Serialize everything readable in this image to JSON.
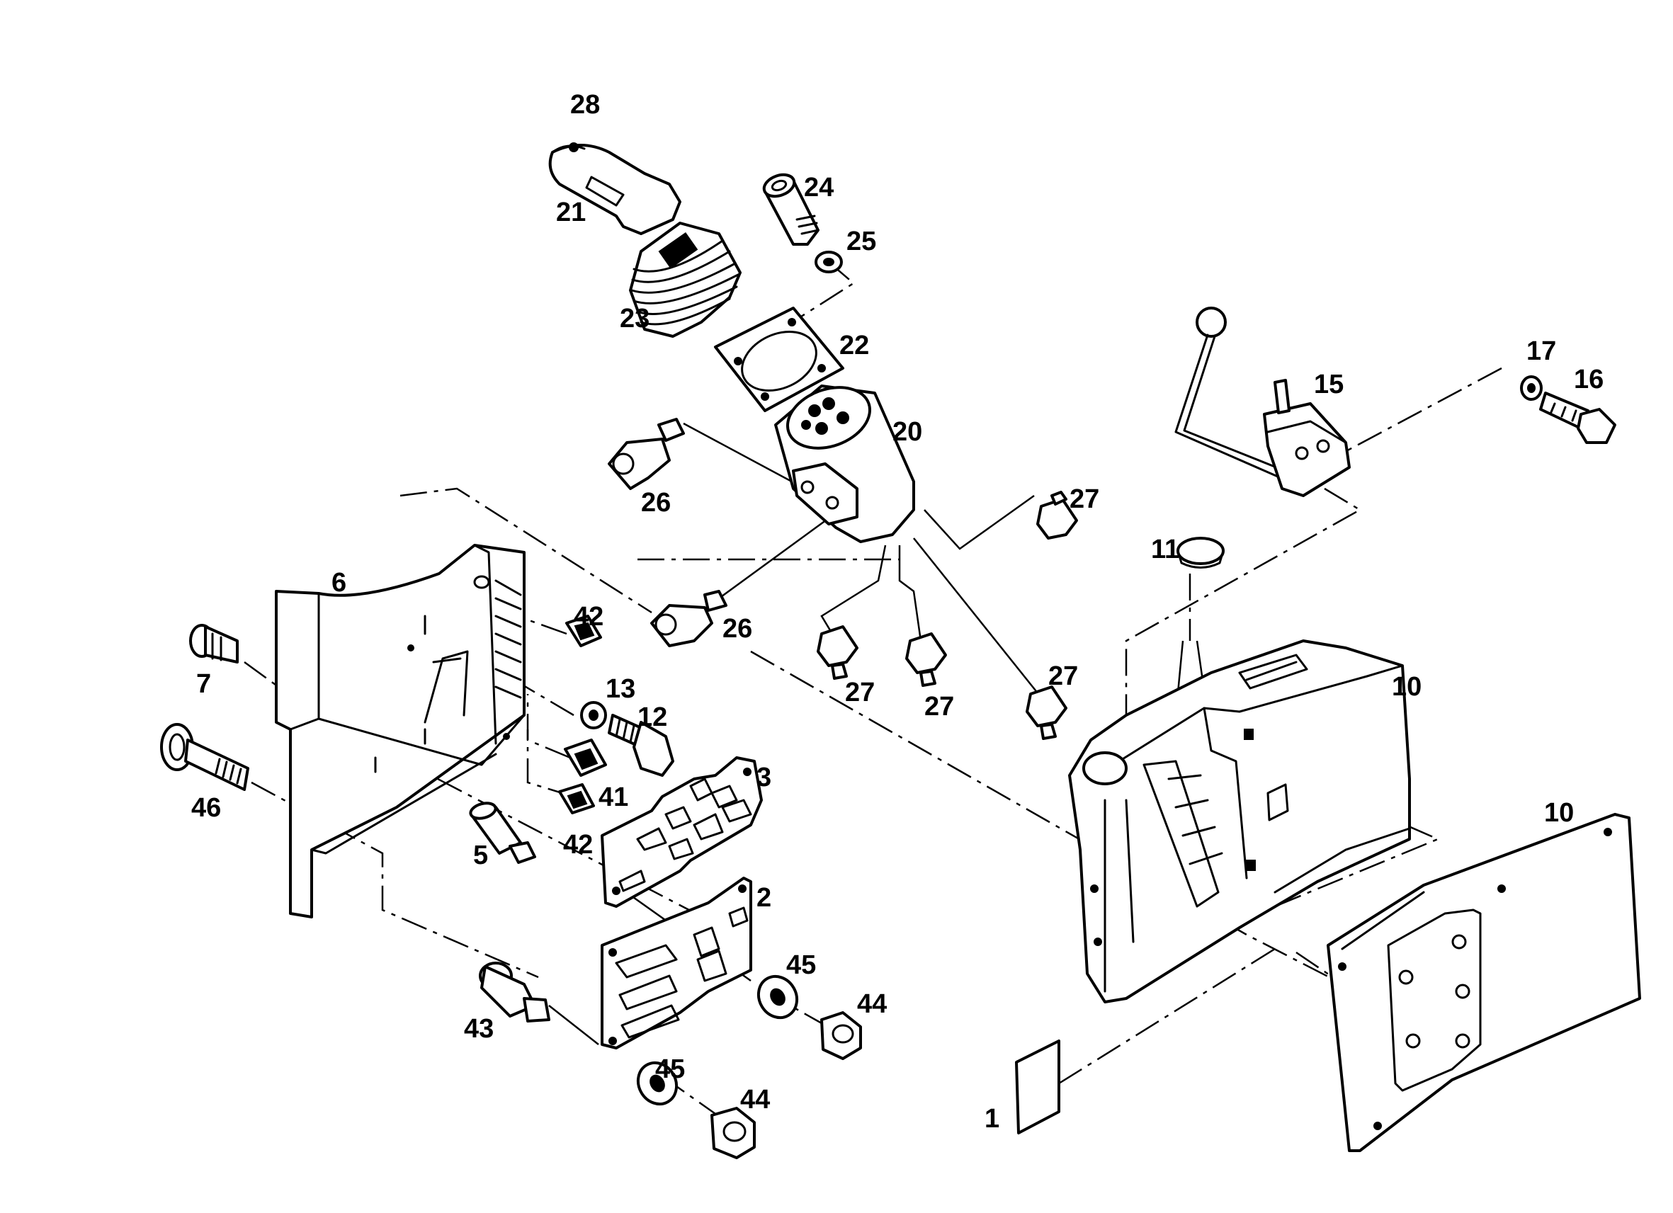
{
  "colors": {
    "line": "#000000",
    "background": "#ffffff"
  },
  "callouts": {
    "c1": "1",
    "c2": "2",
    "c3": "3",
    "c5": "5",
    "c6": "6",
    "c7": "7",
    "c10a": "10",
    "c10b": "10",
    "c11": "11",
    "c12": "12",
    "c13": "13",
    "c15": "15",
    "c16": "16",
    "c17": "17",
    "c20": "20",
    "c21": "21",
    "c22": "22",
    "c23": "23",
    "c24": "24",
    "c25": "25",
    "c26a": "26",
    "c26b": "26",
    "c27a": "27",
    "c27b": "27",
    "c27c": "27",
    "c27d": "27",
    "c28": "28",
    "c41": "41",
    "c42a": "42",
    "c42b": "42",
    "c43": "43",
    "c44a": "44",
    "c44b": "44",
    "c45a": "45",
    "c45b": "45",
    "c46": "46"
  }
}
